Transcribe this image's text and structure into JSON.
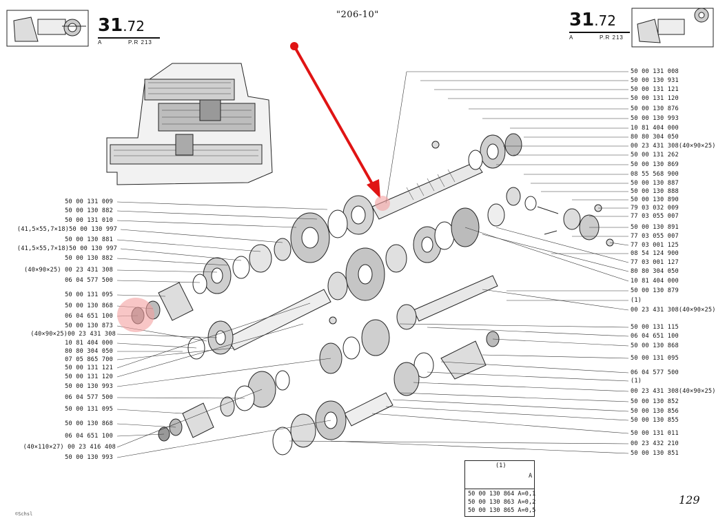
{
  "header": {
    "catalog_title": "\"206-10\"",
    "page_number_major": "31",
    "page_number_minor": "72",
    "left_code": "A",
    "right_code": "P.R 213"
  },
  "footer": {
    "handwritten_number": "129",
    "corner_mark": "©Schsl"
  },
  "note_table": {
    "ref": "(1)",
    "dim_label": "A",
    "rows": [
      "50 00 130 864  A=0,1",
      "50 00 130 863  A=0,2",
      "50 00 130 865  A=0,5"
    ]
  },
  "left_callouts": [
    "50 00 131 009",
    "50 00 130 882",
    "50 00 131 010",
    "(41,5×55,7×18)50 00 130 997",
    "50 00 130 881",
    "(41,5×55,7×18)50 00 130 997",
    "50 00 130 882",
    "(40×90×25) 00 23 431 308",
    "06 04 577 500",
    "50 00 131 095",
    "50 00 130 868",
    "06 04 651 100",
    "50 00 130 873",
    "(40×90×25)00 23 431 308",
    "10 81 404 000",
    "80 80 304 050",
    "07 05 865 700",
    "50 00 131 121",
    "50 00 131 120",
    "50 00 130 993",
    "06 04 577 500",
    "50 00 131 095",
    "50 00 130 868",
    "06 04 651 100",
    "(40×110×27) 00 23 416 408",
    "50 00 130 993"
  ],
  "right_callouts": [
    "50 00 131 008",
    "50 00 130 931",
    "50 00 131 121",
    "50 00 131 120",
    "50 00 130 876",
    "50 00 130 993",
    "10 81 404 000",
    "80 80 304 050",
    "00 23 431 308(40×90×25)",
    "50 00 131 262",
    "50 00 130 869",
    "08 55 568 900",
    "50 00 130 887",
    "50 00 130 888",
    "50 00 130 890",
    "79 03 032 009",
    "77 03 055 007",
    "50 00 130 891",
    "77 03 055 007",
    "77 03 001 125",
    "08 54 124 900",
    "77 03 001 127",
    "80 80 304 050",
    "10 81 404 000",
    "50 00 130 879",
    "(1)",
    "00 23 431 308(40×90×25)",
    "50 00 131 115",
    "06 04 651 100",
    "50 00 130 868",
    "50 00 131 095",
    "06 04 577 500",
    "(1)",
    "00 23 431 308(40×90×25)",
    "50 00 130 852",
    "50 00 130 856",
    "50 00 130 855",
    "50 00 131 011",
    "00 23 432 210",
    "50 00 130 851"
  ],
  "colors": {
    "arrow": "#e01414",
    "highlight": "#f4a0a0",
    "ink": "#111111"
  }
}
